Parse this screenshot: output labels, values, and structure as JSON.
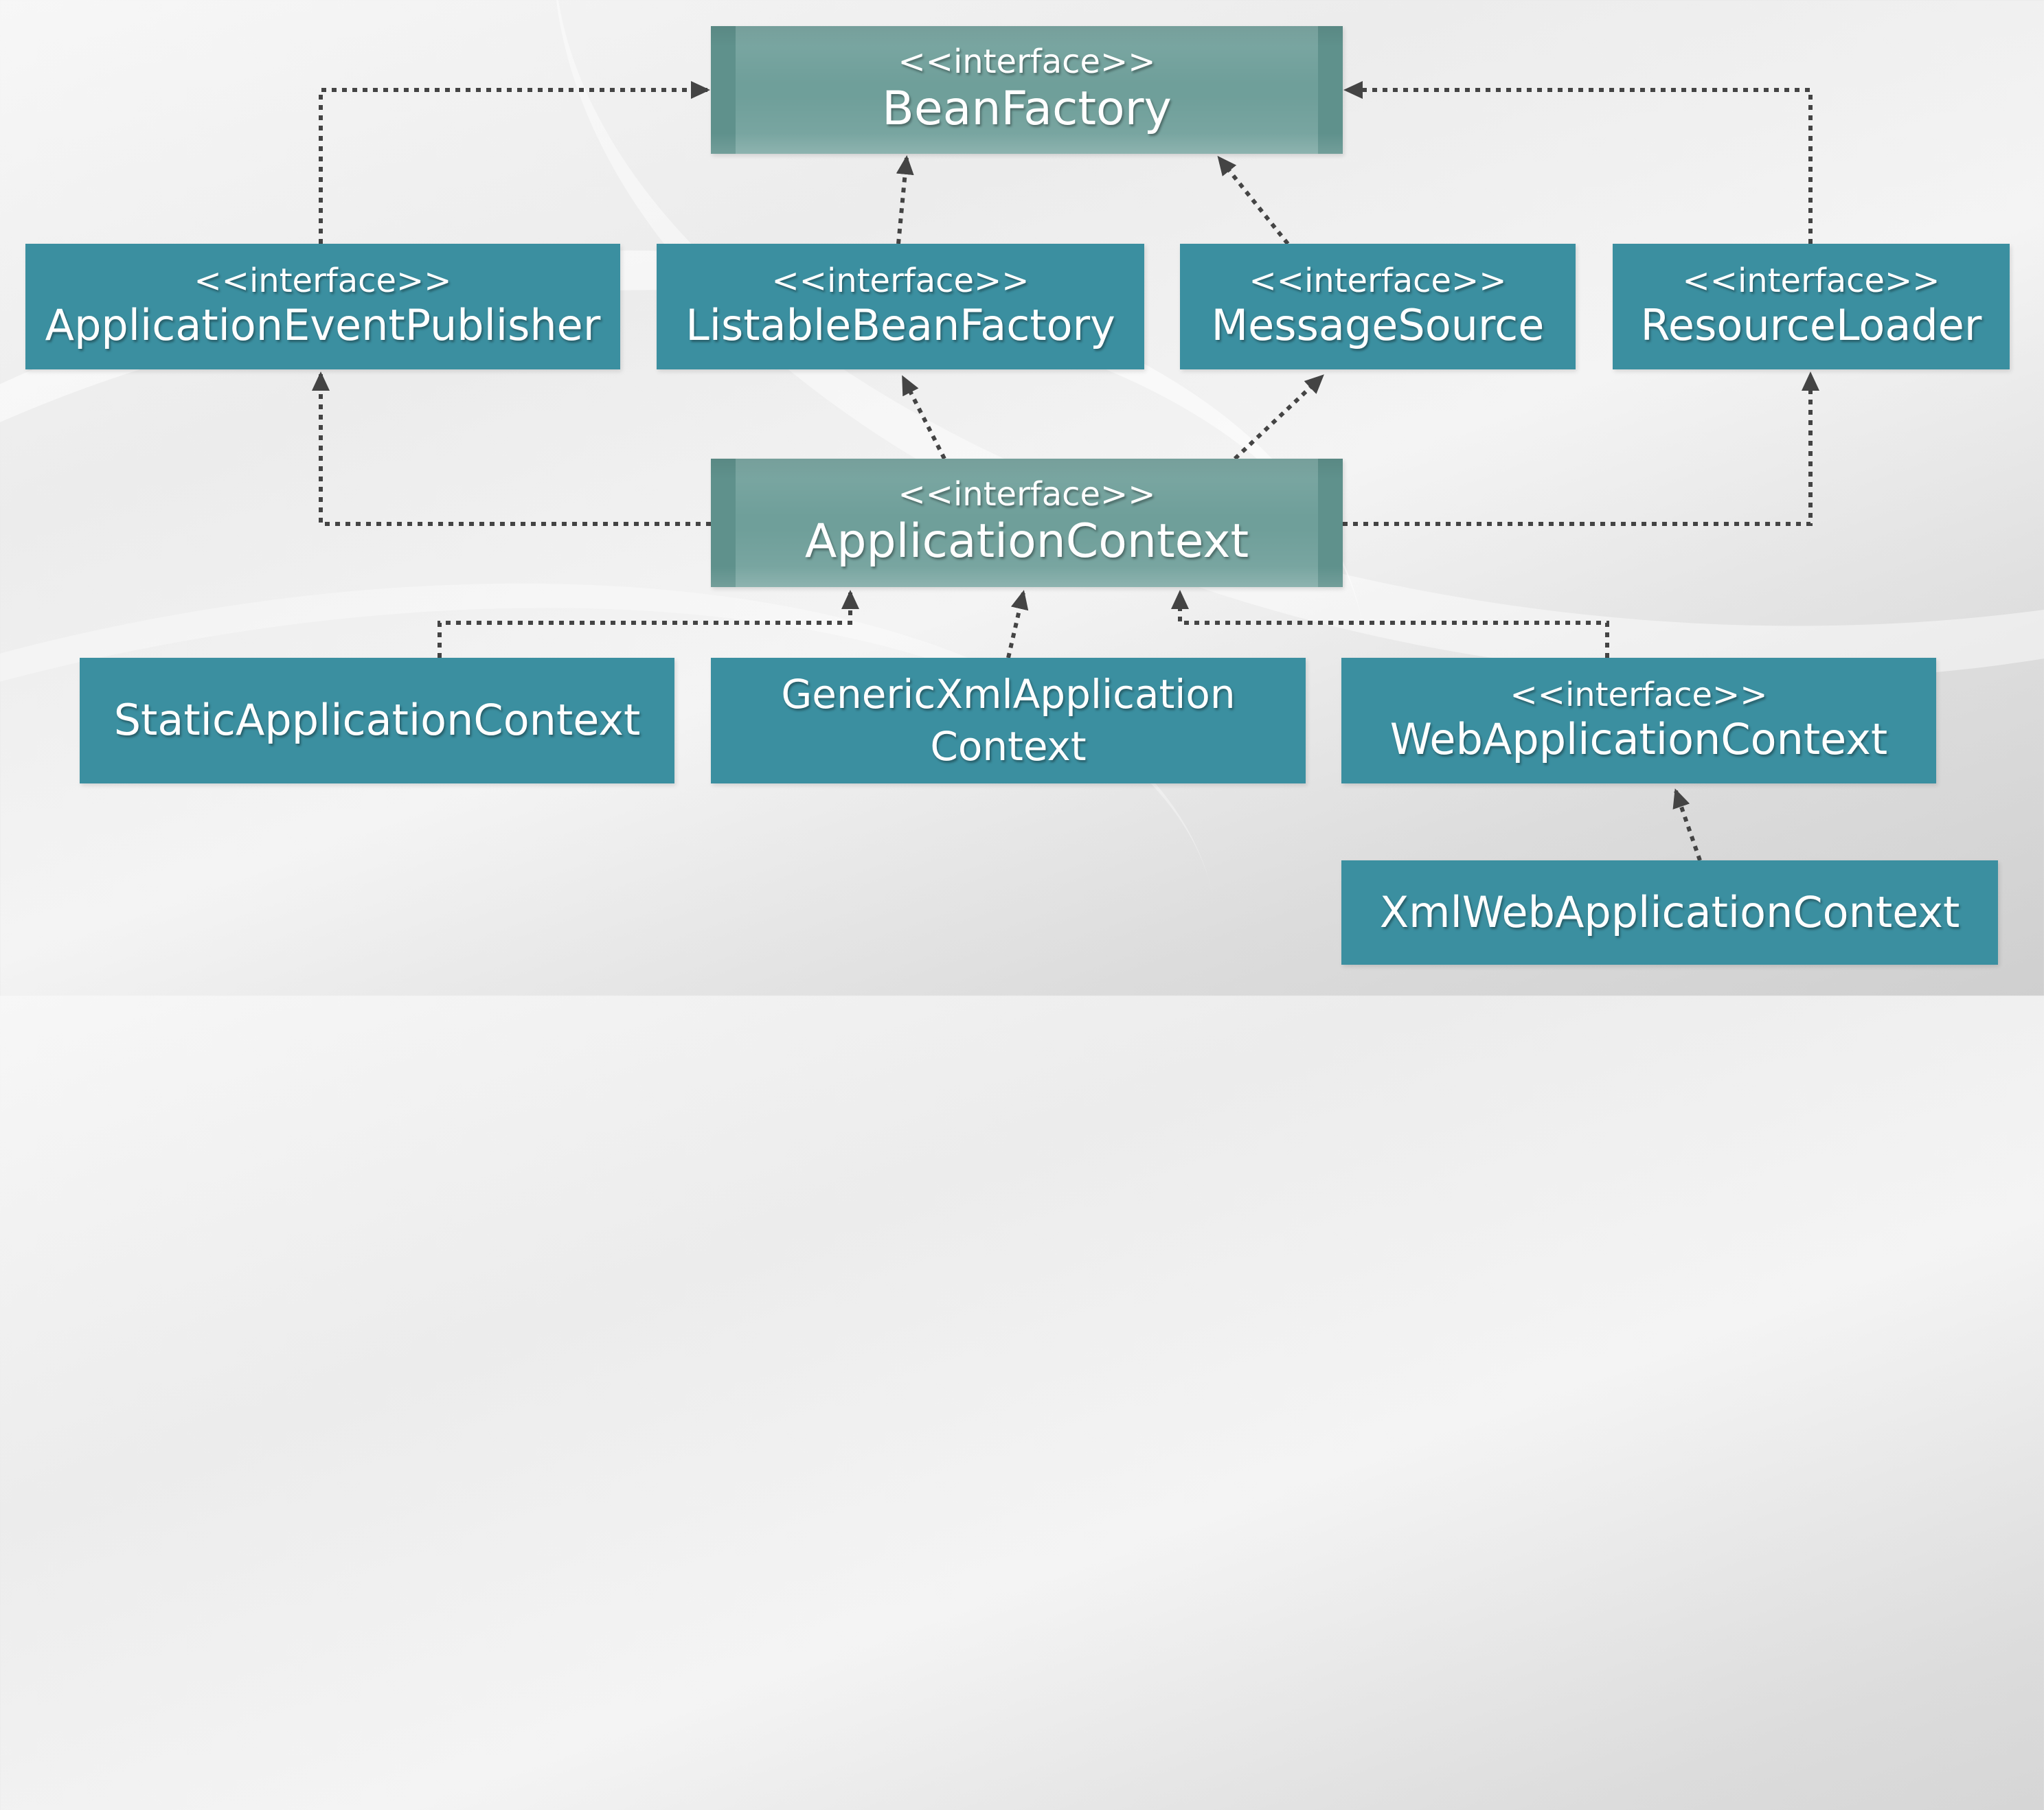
{
  "stereotype": "<<interface>>",
  "nodes": {
    "bean_factory": "BeanFactory",
    "application_event_publisher": "ApplicationEventPublisher",
    "listable_bean_factory": "ListableBeanFactory",
    "message_source": "MessageSource",
    "resource_loader": "ResourceLoader",
    "application_context": "ApplicationContext",
    "static_application_context": "StaticApplicationContext",
    "generic_xml_application_context_line1": "GenericXmlApplication",
    "generic_xml_application_context_line2": "Context",
    "web_application_context": "WebApplicationContext",
    "xml_web_application_context": "XmlWebApplicationContext"
  },
  "colors": {
    "box_fill": "#3b8fa0",
    "bevel_box_fill": "#6f9f9a",
    "arrow": "#444444",
    "text": "#ffffff"
  }
}
